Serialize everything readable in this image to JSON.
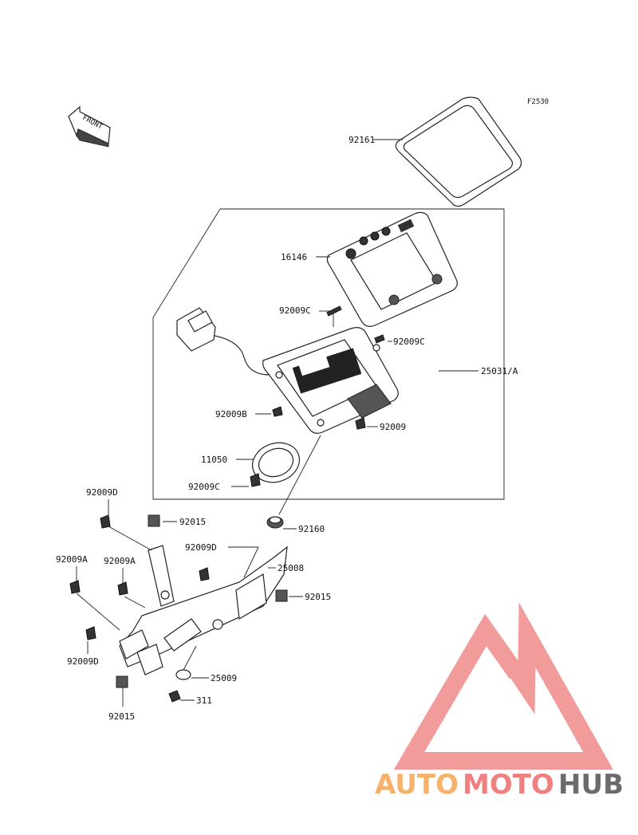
{
  "figure_code": "F2530",
  "front_label": "FRONT",
  "parts": [
    {
      "id": "92161"
    },
    {
      "id": "16146"
    },
    {
      "id": "92009C"
    },
    {
      "id": "92009C"
    },
    {
      "id": "25031/A"
    },
    {
      "id": "92009B"
    },
    {
      "id": "92009"
    },
    {
      "id": "11050"
    },
    {
      "id": "92009C"
    },
    {
      "id": "92009D"
    },
    {
      "id": "92015"
    },
    {
      "id": "92160"
    },
    {
      "id": "92009D"
    },
    {
      "id": "25008"
    },
    {
      "id": "92009A"
    },
    {
      "id": "92009A"
    },
    {
      "id": "92015"
    },
    {
      "id": "92009D"
    },
    {
      "id": "25009"
    },
    {
      "id": "311"
    },
    {
      "id": "92015"
    }
  ],
  "watermark": {
    "part1": "AUTO",
    "part2": "MOTO",
    "part3": "HUB",
    "color1": "#f6b26b",
    "color2": "#f08080",
    "color3": "#6b6b6b",
    "logo_color": "#f08a8a"
  }
}
